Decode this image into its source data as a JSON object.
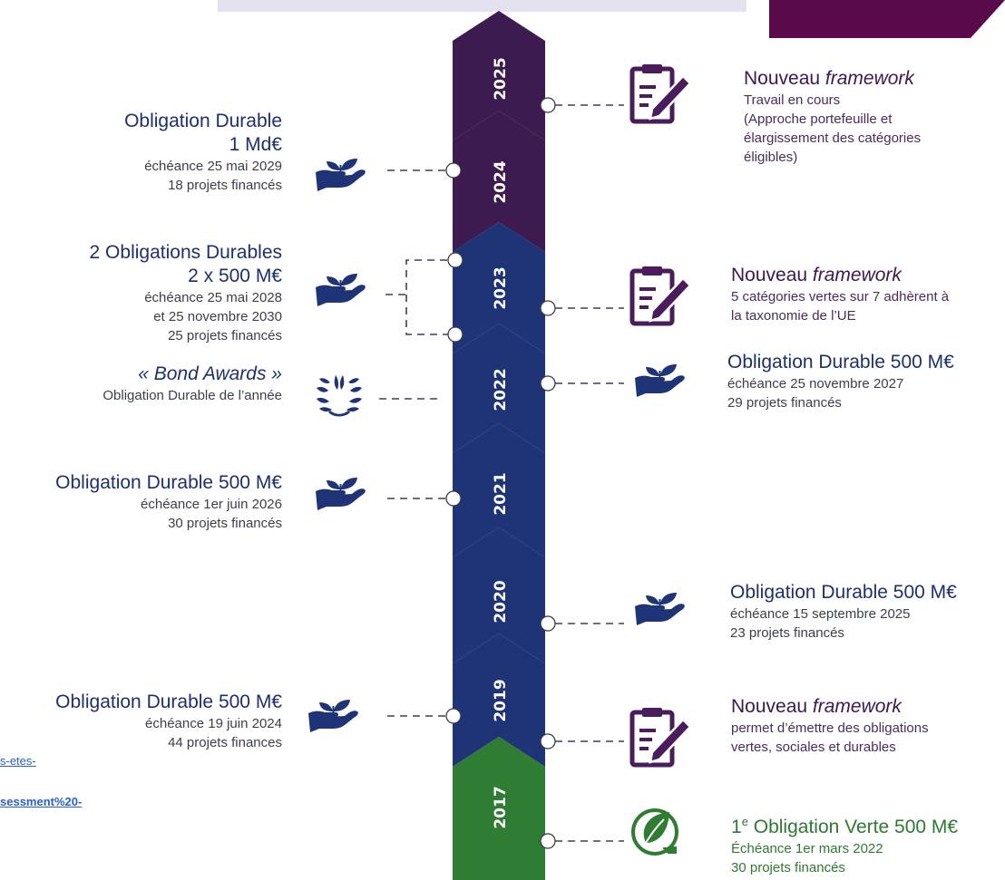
{
  "timeline": {
    "years": [
      "2025",
      "2024",
      "2023",
      "2022",
      "2021",
      "2020",
      "2019",
      "2017"
    ]
  },
  "colors": {
    "purple": "#3d1a4f",
    "navy": "#1e3476",
    "green": "#2e7d32",
    "magenta": "#5a0a4a",
    "banner": "#e4e2ef"
  },
  "left_items": {
    "b2024": {
      "title1": "Obligation Durable",
      "title2": "1 Md€",
      "l1": "échéance 25 mai 2029",
      "l2": "18 projets financés",
      "icon": "hand-plant-icon"
    },
    "b2023": {
      "title1": "2 Obligations Durables",
      "title2": "2 x 500 M€",
      "l1": "échéance 25 mai 2028",
      "l2": "et 25 novembre 2030",
      "l3": "25 projets financés",
      "icon": "hand-plant-icon"
    },
    "award": {
      "title": "« Bond Awards »",
      "l1": "Obligation Durable de l’année",
      "icon": "laurel-wreath-icon"
    },
    "b2021": {
      "title": "Obligation Durable 500 M€",
      "l1": "échéance 1er juin 2026",
      "l2": "30 projets financés",
      "icon": "hand-plant-icon"
    },
    "b2019": {
      "title": "Obligation Durable 500 M€",
      "l1": "échéance 19 juin 2024",
      "l2": "44 projets finances",
      "icon": "hand-plant-icon"
    }
  },
  "right_items": {
    "f2025": {
      "title": "Nouveau ",
      "title_em": "framework",
      "l1": "Travail en cours",
      "l2": "(Approche portefeuille et",
      "l3": "élargissement des catégories",
      "l4": "éligibles)",
      "icon": "clipboard-pen-icon"
    },
    "f2023": {
      "title": "Nouveau ",
      "title_em": "framework",
      "l1": "5 catégories vertes sur 7 adhèrent à",
      "l2": "la taxonomie de l’UE",
      "icon": "clipboard-pen-icon"
    },
    "b2022": {
      "title": "Obligation Durable 500 M€",
      "l1": "échéance 25 novembre 2027",
      "l2": "29 projets financés",
      "icon": "hand-plant-icon"
    },
    "b2020": {
      "title": "Obligation Durable 500 M€",
      "l1": "échéance 15 septembre 2025",
      "l2": "23 projets financés",
      "icon": "hand-plant-icon"
    },
    "f2019": {
      "title": "Nouveau ",
      "title_em": "framework",
      "l1": "permet d’émettre des obligations",
      "l2": "vertes, sociales et durables",
      "icon": "clipboard-pen-icon"
    },
    "g2017": {
      "title": "1",
      "title_sup": "e",
      "title_rest": " Obligation Verte 500 M€",
      "l1": "Échéance 1er mars 2022",
      "l2": "30 projets financés",
      "icon": "leaf-plug-icon"
    }
  },
  "link_fragments": [
    "s-etes-",
    "sessment%20-"
  ]
}
